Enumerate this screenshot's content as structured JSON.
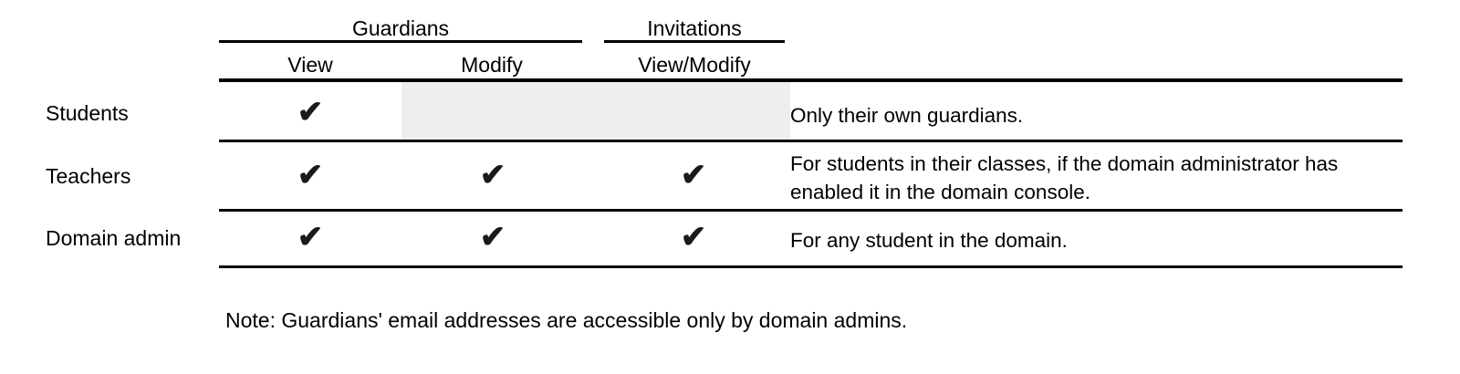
{
  "table": {
    "column_groups": [
      {
        "label": "Guardians",
        "span": 2
      },
      {
        "label": "Invitations",
        "span": 1
      }
    ],
    "columns": [
      {
        "label": ""
      },
      {
        "label": "View"
      },
      {
        "label": "Modify"
      },
      {
        "label": "View/Modify"
      },
      {
        "label": ""
      }
    ],
    "check_glyph": "✔",
    "rows": [
      {
        "label": "Students",
        "guardians_view": "✔",
        "guardians_modify": "",
        "guardians_modify_shaded": true,
        "invitations_view_modify": "",
        "invitations_shaded": true,
        "note": "Only their own guardians."
      },
      {
        "label": "Teachers",
        "guardians_view": "✔",
        "guardians_modify": "✔",
        "guardians_modify_shaded": false,
        "invitations_view_modify": "✔",
        "invitations_shaded": false,
        "note": "For students in their classes, if the domain administrator has enabled it in the domain console."
      },
      {
        "label": "Domain admin",
        "guardians_view": "✔",
        "guardians_modify": "✔",
        "guardians_modify_shaded": false,
        "invitations_view_modify": "✔",
        "invitations_shaded": false,
        "note": "For any student in the domain."
      }
    ]
  },
  "footnote": "Note: Guardians' email addresses are accessible only by domain admins.",
  "colors": {
    "background": "#ffffff",
    "rule": "#000000",
    "text": "#000000",
    "shaded_cell": "#eeeeee",
    "check": "#1a1a1a"
  }
}
